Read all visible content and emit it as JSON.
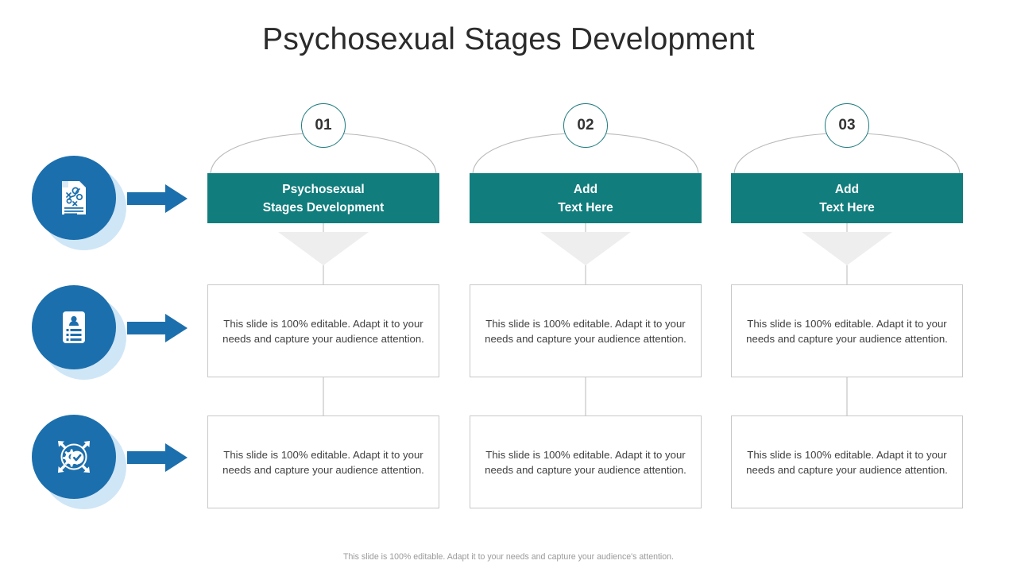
{
  "title": "Psychosexual Stages Development",
  "colors": {
    "teal": "#127d7d",
    "badge_border": "#1b7a7e",
    "icon_blue": "#1c6fad",
    "icon_halo": "#cfe6f7",
    "arrow_blue": "#1c6fad",
    "arc_gray": "#b9b9b9",
    "chevron_gray": "#eeeeee",
    "box_border": "#c8c8c8",
    "title_text": "#2b2b2b",
    "body_text": "#404040",
    "footer_text": "#9a9a9a"
  },
  "icon_rail": {
    "items": [
      {
        "icon": "strategy-document-icon",
        "label": "Strategy document"
      },
      {
        "icon": "profile-card-icon",
        "label": "Profile card"
      },
      {
        "icon": "gear-check-icon",
        "label": "Process check"
      }
    ],
    "arrow_icon": "right-arrow-icon"
  },
  "columns": [
    {
      "number": "01",
      "header_line1": "Psychosexual",
      "header_line2": "Stages Development",
      "body1": "This slide is 100% editable. Adapt it to your needs and capture your audience attention.",
      "body2": "This slide is 100% editable. Adapt it to your needs and capture your audience attention."
    },
    {
      "number": "02",
      "header_line1": "Add",
      "header_line2": "Text Here",
      "body1": "This slide is 100% editable. Adapt it to your needs and capture your audience attention.",
      "body2": "This slide is 100% editable. Adapt it to your needs and capture your audience attention."
    },
    {
      "number": "03",
      "header_line1": "Add",
      "header_line2": "Text Here",
      "body1": "This slide is 100% editable. Adapt it to your needs and capture your audience attention.",
      "body2": "This slide is 100% editable. Adapt it to your needs and capture your audience attention."
    }
  ],
  "footer": "This slide is 100% editable. Adapt it to your needs and capture your audience's attention."
}
